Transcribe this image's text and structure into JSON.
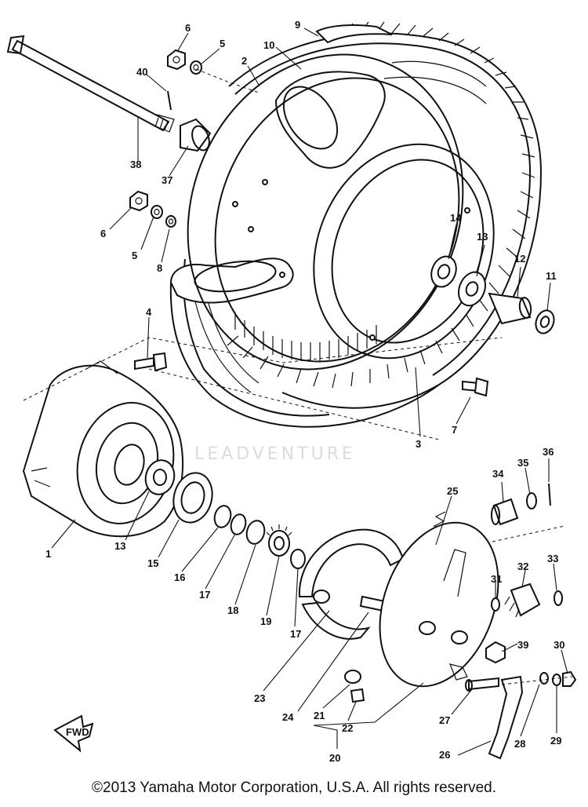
{
  "watermark": "LEADVENTURE",
  "copyright": "©2013 Yamaha Motor Corporation, U.S.A. All rights reserved.",
  "fwd_label": "FWD",
  "callouts": [
    {
      "text": "1"
    },
    {
      "text": "2"
    },
    {
      "text": "3"
    },
    {
      "text": "4"
    },
    {
      "text": "5"
    },
    {
      "text": "5"
    },
    {
      "text": "6"
    },
    {
      "text": "6"
    },
    {
      "text": "7"
    },
    {
      "text": "8"
    },
    {
      "text": "9"
    },
    {
      "text": "10"
    },
    {
      "text": "11"
    },
    {
      "text": "12"
    },
    {
      "text": "13"
    },
    {
      "text": "13"
    },
    {
      "text": "14"
    },
    {
      "text": "15"
    },
    {
      "text": "16"
    },
    {
      "text": "17"
    },
    {
      "text": "17"
    },
    {
      "text": "18"
    },
    {
      "text": "19"
    },
    {
      "text": "20"
    },
    {
      "text": "21"
    },
    {
      "text": "22"
    },
    {
      "text": "23"
    },
    {
      "text": "24"
    },
    {
      "text": "25"
    },
    {
      "text": "26"
    },
    {
      "text": "27"
    },
    {
      "text": "28"
    },
    {
      "text": "29"
    },
    {
      "text": "30"
    },
    {
      "text": "31"
    },
    {
      "text": "32"
    },
    {
      "text": "33"
    },
    {
      "text": "34"
    },
    {
      "text": "35"
    },
    {
      "text": "36"
    },
    {
      "text": "37"
    },
    {
      "text": "38"
    },
    {
      "text": "39"
    },
    {
      "text": "40"
    }
  ]
}
